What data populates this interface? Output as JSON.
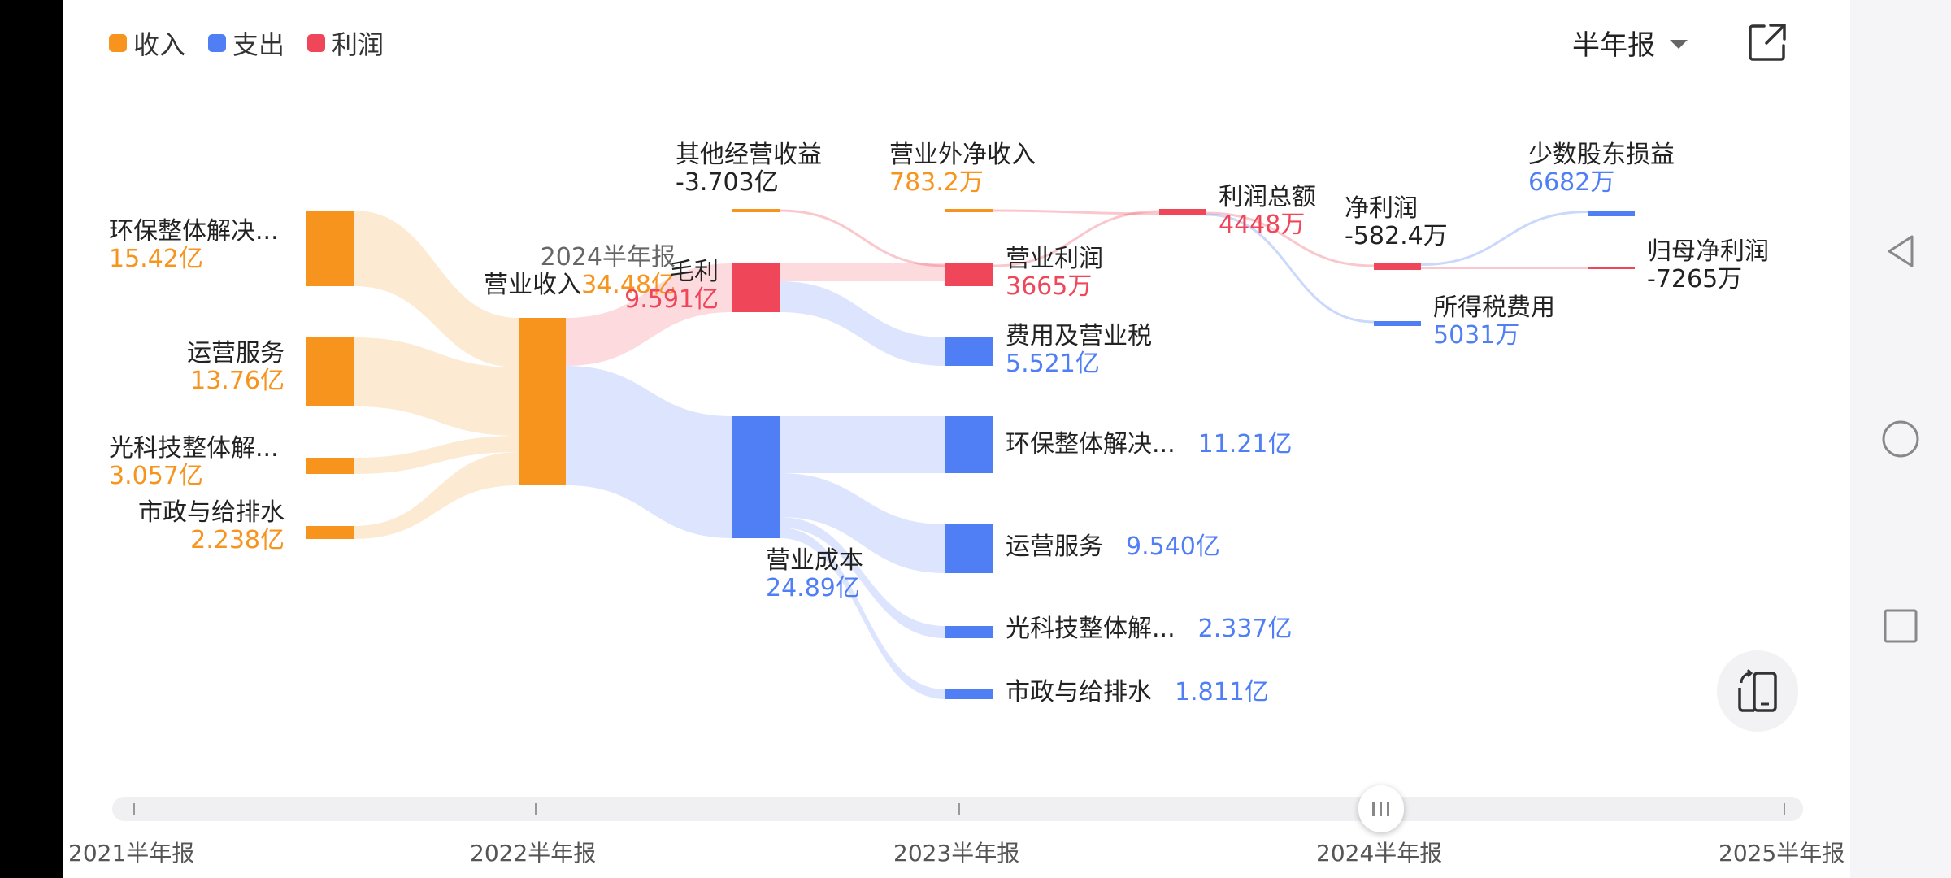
{
  "legend": [
    {
      "label": "收入",
      "color": "#f7941d"
    },
    {
      "label": "支出",
      "color": "#4f7ef5"
    },
    {
      "label": "利润",
      "color": "#f0465a"
    }
  ],
  "period_select": {
    "label": "半年报",
    "icon": "chevron-down-icon"
  },
  "export_icon": "share-external-icon",
  "colors": {
    "income": "#f7941d",
    "expense": "#4f7ef5",
    "profit": "#f0465a",
    "name": "#222222"
  },
  "chart_data": {
    "type": "sankey",
    "period": "2024半年报",
    "nodes": [
      {
        "id": "env_rev",
        "name": "环保整体解决...",
        "value": "15.42亿",
        "kind": "income"
      },
      {
        "id": "ops_rev",
        "name": "运营服务",
        "value": "13.76亿",
        "kind": "income"
      },
      {
        "id": "opt_rev",
        "name": "光科技整体解...",
        "value": "3.057亿",
        "kind": "income"
      },
      {
        "id": "mun_rev",
        "name": "市政与给排水",
        "value": "2.238亿",
        "kind": "income"
      },
      {
        "id": "revenue",
        "period": "2024半年报",
        "name": "营业收入",
        "value": "34.48亿",
        "kind": "income"
      },
      {
        "id": "gross",
        "name": "毛利",
        "value": "9.591亿",
        "kind": "profit"
      },
      {
        "id": "cost",
        "name": "营业成本",
        "value": "24.89亿",
        "kind": "expense"
      },
      {
        "id": "other_op",
        "name": "其他经营收益",
        "value": "-3.703亿",
        "kind": "neutral"
      },
      {
        "id": "nonop",
        "name": "营业外净收入",
        "value": "783.2万",
        "kind": "income"
      },
      {
        "id": "op_profit",
        "name": "营业利润",
        "value": "3665万",
        "kind": "profit"
      },
      {
        "id": "fees",
        "name": "费用及营业税",
        "value": "5.521亿",
        "kind": "expense"
      },
      {
        "id": "env_cost",
        "name": "环保整体解决...",
        "value": "11.21亿",
        "kind": "expense"
      },
      {
        "id": "ops_cost",
        "name": "运营服务",
        "value": "9.540亿",
        "kind": "expense"
      },
      {
        "id": "opt_cost",
        "name": "光科技整体解...",
        "value": "2.337亿",
        "kind": "expense"
      },
      {
        "id": "mun_cost",
        "name": "市政与给排水",
        "value": "1.811亿",
        "kind": "expense"
      },
      {
        "id": "total_profit",
        "name": "利润总额",
        "value": "4448万",
        "kind": "profit"
      },
      {
        "id": "net_profit",
        "name": "净利润",
        "value": "-582.4万",
        "kind": "neutral"
      },
      {
        "id": "tax",
        "name": "所得税费用",
        "value": "5031万",
        "kind": "expense"
      },
      {
        "id": "minority",
        "name": "少数股东损益",
        "value": "6682万",
        "kind": "expense"
      },
      {
        "id": "parent_np",
        "name": "归母净利润",
        "value": "-7265万",
        "kind": "neutral"
      }
    ],
    "links": [
      {
        "from": "env_rev",
        "to": "revenue",
        "value": 15.42
      },
      {
        "from": "ops_rev",
        "to": "revenue",
        "value": 13.76
      },
      {
        "from": "opt_rev",
        "to": "revenue",
        "value": 3.057
      },
      {
        "from": "mun_rev",
        "to": "revenue",
        "value": 2.238
      },
      {
        "from": "revenue",
        "to": "gross",
        "value": 9.591
      },
      {
        "from": "revenue",
        "to": "cost",
        "value": 24.89
      },
      {
        "from": "gross",
        "to": "op_profit",
        "value": 0.3665
      },
      {
        "from": "gross",
        "to": "fees",
        "value": 5.521
      },
      {
        "from": "other_op",
        "to": "op_profit",
        "value": 3.703
      },
      {
        "from": "cost",
        "to": "env_cost",
        "value": 11.21
      },
      {
        "from": "cost",
        "to": "ops_cost",
        "value": 9.54
      },
      {
        "from": "cost",
        "to": "opt_cost",
        "value": 2.337
      },
      {
        "from": "cost",
        "to": "mun_cost",
        "value": 1.811
      },
      {
        "from": "op_profit",
        "to": "total_profit",
        "value": 0.3665
      },
      {
        "from": "nonop",
        "to": "total_profit",
        "value": 0.07832
      },
      {
        "from": "total_profit",
        "to": "net_profit",
        "value": 0.05824
      },
      {
        "from": "total_profit",
        "to": "tax",
        "value": 0.5031
      },
      {
        "from": "net_profit",
        "to": "minority",
        "value": 0.6682
      },
      {
        "from": "net_profit",
        "to": "parent_np",
        "value": 0.7265
      }
    ]
  },
  "timeline": {
    "labels": [
      "2021半年报",
      "2022半年报",
      "2023半年报",
      "2024半年报",
      "2025半年报"
    ],
    "selected_index": 3
  },
  "float_button_icon": "phone-rotate-icon",
  "nav": {
    "back_icon": "triangle-back-icon",
    "home_icon": "circle-home-icon",
    "recents_icon": "square-recents-icon"
  }
}
